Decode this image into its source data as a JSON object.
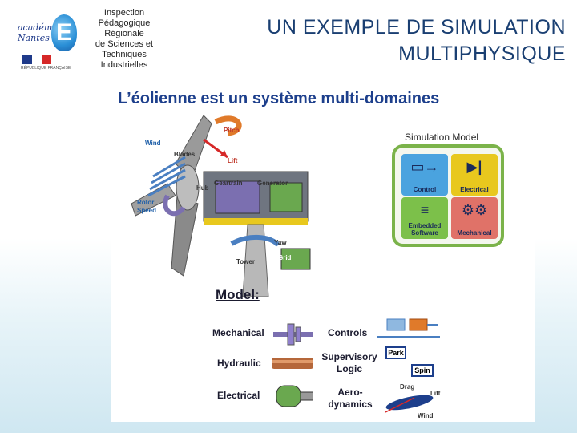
{
  "header": {
    "logo": {
      "line1": "académie",
      "line2": "Nantes",
      "letter": "E",
      "flag_caption": "RÉPUBLIQUE FRANÇAISE"
    },
    "inspection": [
      "Inspection",
      "Pédagogique",
      "Régionale",
      "de Sciences et",
      "Techniques",
      "Industrielles"
    ],
    "title_lines": [
      "UN EXEMPLE DE SIMULATION",
      "MULTIPHYSIQUE"
    ]
  },
  "figure": {
    "title": "L’éolienne est un système multi-domaines",
    "turbine_labels": {
      "pitch": "Pitch",
      "wind": "Wind",
      "blades": "Blades",
      "lift": "Lift",
      "hub": "Hub",
      "geartrain": "Geartrain",
      "generator": "Generator",
      "rotor_speed": "Rotor Speed",
      "yaw": "Yaw",
      "tower": "Tower",
      "grid": "Grid"
    },
    "simulation_model": {
      "title": "Simulation Model",
      "tiles": [
        {
          "label": "Control",
          "color": "#4aa3df"
        },
        {
          "label": "Electrical",
          "color": "#e8c81e"
        },
        {
          "label": "Embedded Software",
          "color": "#7cc04a"
        },
        {
          "label": "Mechanical",
          "color": "#e07268"
        }
      ]
    },
    "model_legend": {
      "title": "Model:",
      "mechanical": "Mechanical",
      "hydraulic": "Hydraulic",
      "electrical": "Electrical",
      "controls": "Controls",
      "supervisory_logic": "Supervisory Logic",
      "aerodynamics": "Aero- dynamics",
      "park": "Park",
      "spin": "Spin",
      "drag": "Drag",
      "lift": "Lift",
      "wind": "Wind"
    }
  },
  "colors": {
    "title_blue": "#1a3f72",
    "figure_title_blue": "#1d3f8c",
    "panel_green": "#7bb34a",
    "arrow_red": "#d62828"
  }
}
